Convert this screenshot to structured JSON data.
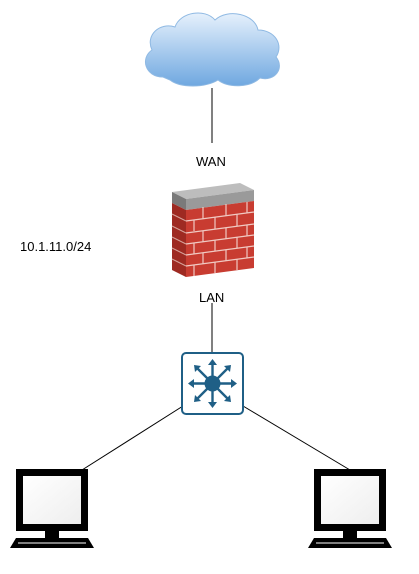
{
  "diagram": {
    "labels": {
      "wan": "WAN",
      "lan": "LAN",
      "subnet": "10.1.11.0/24"
    },
    "nodes": [
      {
        "id": "internet",
        "icon": "cloud-icon"
      },
      {
        "id": "firewall",
        "icon": "firewall-icon"
      },
      {
        "id": "switch",
        "icon": "switch-icon"
      },
      {
        "id": "workstation-left",
        "icon": "computer-icon"
      },
      {
        "id": "workstation-right",
        "icon": "computer-icon"
      }
    ],
    "links": [
      {
        "from": "internet",
        "to": "firewall"
      },
      {
        "from": "firewall",
        "to": "switch"
      },
      {
        "from": "switch",
        "to": "workstation-left"
      },
      {
        "from": "switch",
        "to": "workstation-right"
      }
    ],
    "colors": {
      "cloud_fill": "#7fb4e8",
      "cloud_light": "#d8e9fa",
      "brick": "#c23a30",
      "mortar": "#e8b8b0",
      "wall_cap": "#8e8e8e",
      "switch_fill": "#1f5f86",
      "line": "#000000"
    }
  }
}
